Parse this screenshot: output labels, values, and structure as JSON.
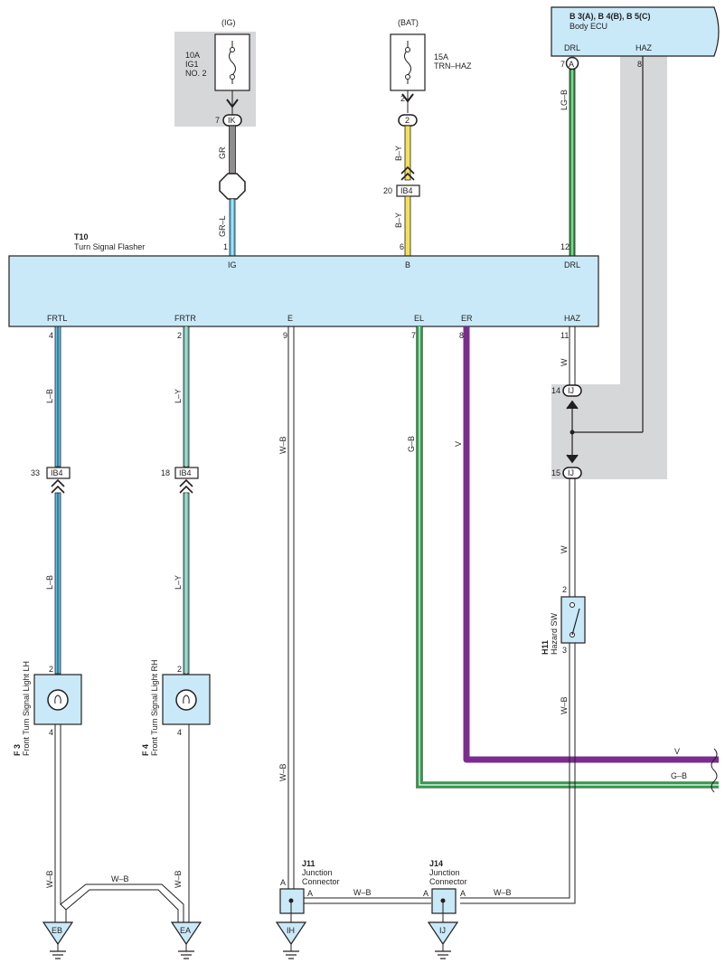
{
  "fuse_ig": {
    "source": "(IG)",
    "rating": "10A",
    "name_line1": "IG1",
    "name_line2": "NO. 2",
    "pin": "7",
    "connector": "IK"
  },
  "fuse_bat": {
    "source": "(BAT)",
    "rating": "15A",
    "name": "TRN–HAZ",
    "pin_top": "2",
    "pin_conn": "2"
  },
  "ecu": {
    "code": "B 3(A), B 4(B), B 5(C)",
    "name": "Body ECU",
    "pin_drl_label": "DRL",
    "pin_haz_label": "HAZ",
    "pin_drl_num": "7",
    "pin_drl_conn": "A",
    "pin_haz_num": "8"
  },
  "flasher": {
    "code": "T10",
    "name": "Turn Signal Flasher",
    "top_pins": [
      {
        "num": "1",
        "label": "IG"
      },
      {
        "num": "6",
        "label": "B"
      },
      {
        "num": "12",
        "label": "DRL"
      }
    ],
    "bottom_pins": [
      {
        "num": "4",
        "label": "FRTL"
      },
      {
        "num": "2",
        "label": "FRTR"
      },
      {
        "num": "9",
        "label": "E"
      },
      {
        "num": "7",
        "label": "EL"
      },
      {
        "num": "8",
        "label": "ER"
      },
      {
        "num": "11",
        "label": "HAZ"
      }
    ]
  },
  "wires": {
    "gr": "GR",
    "gr_l": "GR–L",
    "b_y_1": "B–Y",
    "b_y_2": "B–Y",
    "lg_b": "LG–B",
    "l_b_1": "L–B",
    "l_b_2": "L–B",
    "l_y_1": "L–Y",
    "l_y_2": "L–Y",
    "w_b_e": "W–B",
    "w_b_e2": "W–B",
    "g_b": "G–B",
    "v": "V",
    "w_haz": "W",
    "w_haz2": "W",
    "w_b_sw": "W–B",
    "w_b_eb": "W–B",
    "w_b_ea": "W–B",
    "w_b_mid": "W–B",
    "w_b_j11": "W–B",
    "w_b_j14": "W–B",
    "v_right": "V",
    "g_b_right": "G–B"
  },
  "connectors": {
    "ib4_bat_pin": "20",
    "ib4_bat": "IB4",
    "ib4_l_pin": "33",
    "ib4_l": "IB4",
    "ib4_r_pin": "18",
    "ib4_r": "IB4",
    "ij_top_pin": "14",
    "ij_top": "IJ",
    "ij_bot_pin": "15",
    "ij_bot": "IJ"
  },
  "lamp_lh": {
    "code": "F 3",
    "name": "Front Turn Signal Light LH",
    "pin_top": "2",
    "pin_bot": "4"
  },
  "lamp_rh": {
    "code": "F 4",
    "name": "Front Turn Signal Light RH",
    "pin_top": "2",
    "pin_bot": "4"
  },
  "hazard_sw": {
    "code": "H11",
    "name": "Hazard SW",
    "pin_top": "2",
    "pin_bot": "3"
  },
  "j11": {
    "code": "J11",
    "line1": "Junction",
    "line2": "Connector",
    "pin_a1": "A",
    "pin_a2": "A"
  },
  "j14": {
    "code": "J14",
    "line1": "Junction",
    "line2": "Connector",
    "pin_a1": "A",
    "pin_a2": "A"
  },
  "grounds": {
    "eb": "EB",
    "ea": "EA",
    "ih": "IH",
    "ij": "IJ"
  },
  "colors": {
    "panel": "#c9e9f8",
    "gray": "#d6d7d9",
    "violet": "#7b2d8f",
    "green": "#2e9e4a",
    "yellow": "#f2e05a",
    "blue": "#5cc0e8",
    "ink": "#231f20"
  }
}
